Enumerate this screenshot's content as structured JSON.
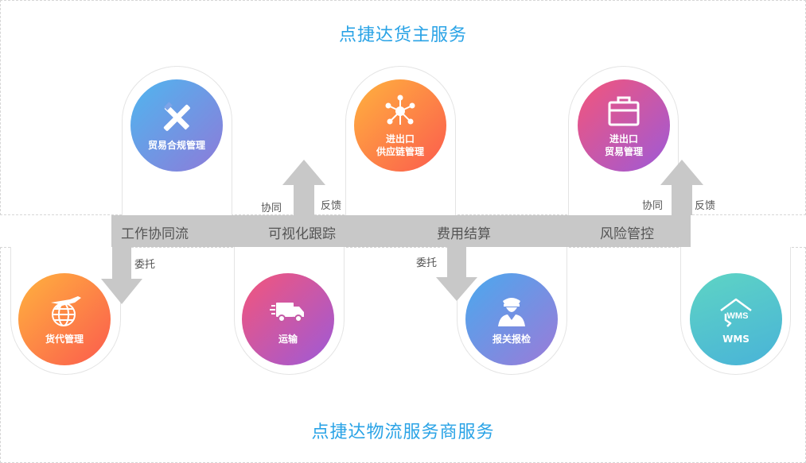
{
  "top_section": {
    "title": "点捷达货主服务"
  },
  "bottom_section": {
    "title": "点捷达物流服务商服务"
  },
  "top_services": [
    {
      "line1": "贸易合规管理",
      "line2": "",
      "icon": "tools-icon"
    },
    {
      "line1": "进出口",
      "line2": "供应链管理",
      "icon": "network-icon"
    },
    {
      "line1": "进出口",
      "line2": "贸易管理",
      "icon": "briefcase-icon"
    }
  ],
  "bottom_services": [
    {
      "label": "货代管理",
      "icon": "plane-globe-icon"
    },
    {
      "label": "运输",
      "icon": "truck-icon"
    },
    {
      "label": "报关报检",
      "icon": "customs-officer-icon"
    },
    {
      "label": "WMS",
      "icon": "wms-warehouse-icon",
      "icon_text": "WMS"
    }
  ],
  "workflow": {
    "items": [
      "工作协同流",
      "可视化跟踪",
      "费用结算",
      "风险管控"
    ]
  },
  "arrows": {
    "entrust_1": "委托",
    "cooperate_1": "协同",
    "feedback_1": "反馈",
    "entrust_2": "委托",
    "cooperate_2": "协同",
    "feedback_2": "反馈"
  },
  "colors": {
    "title": "#2aa3e6",
    "band": "#c8c8c8",
    "border": "#d6d6d6"
  }
}
